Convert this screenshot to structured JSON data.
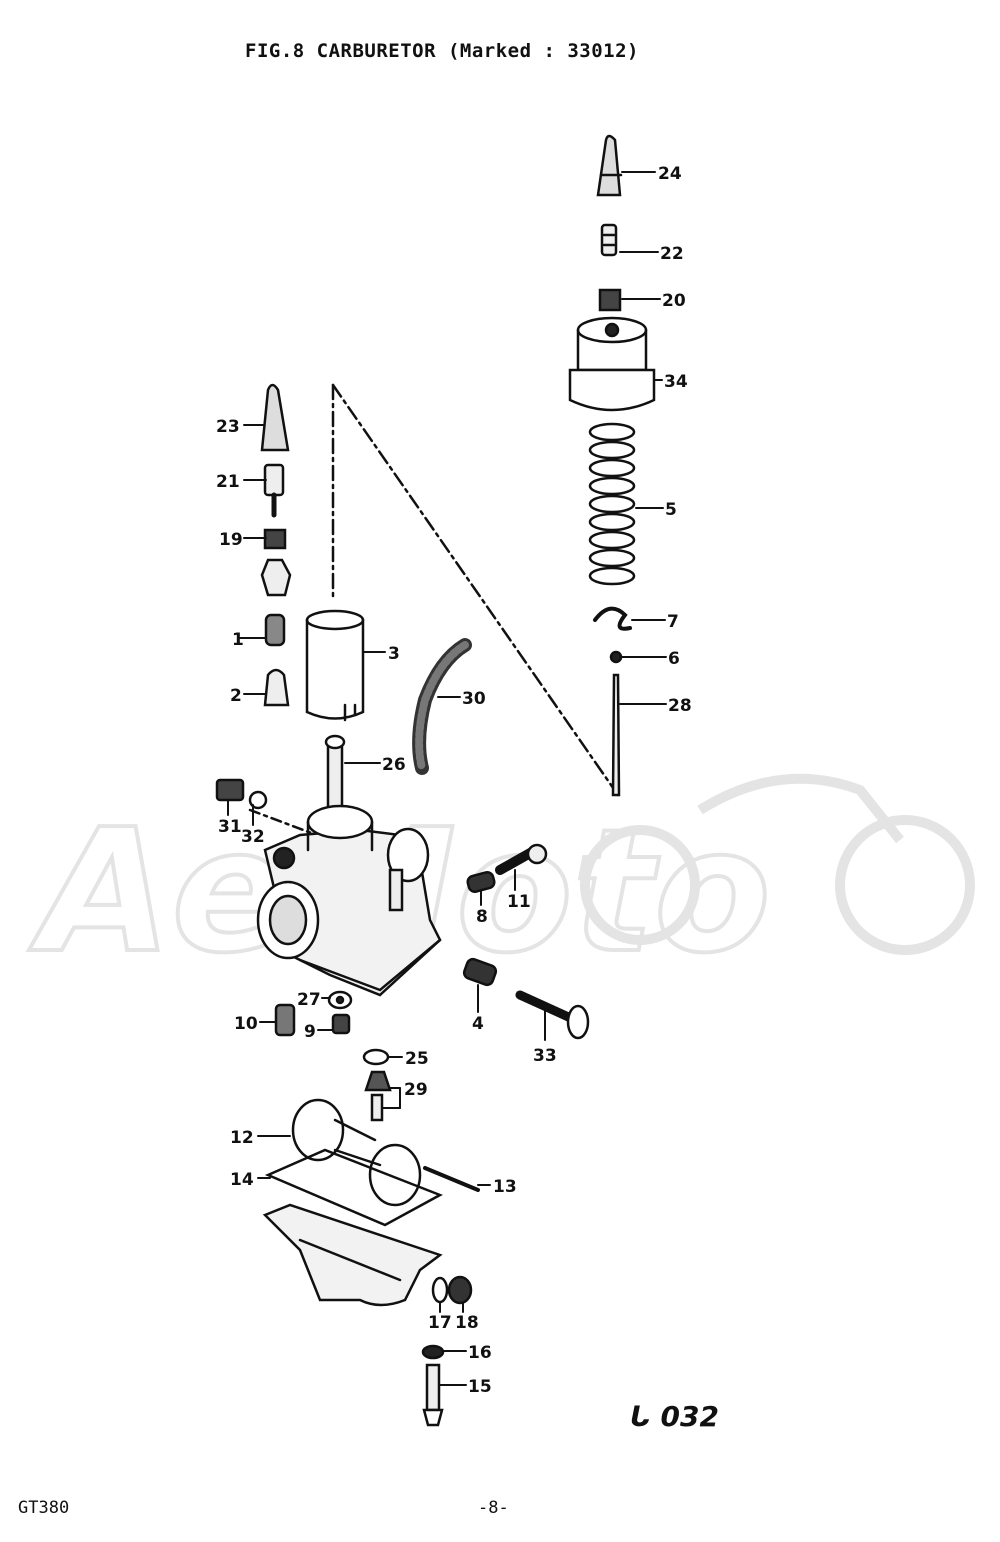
{
  "header": {
    "title": "FIG.8  CARBURETOR (Marked : 33012)"
  },
  "footer": {
    "model": "GT380",
    "page": "-8-",
    "code": "ᒐ 032"
  },
  "watermark": {
    "text": "AeMoto"
  },
  "callouts": [
    "24",
    "22",
    "20",
    "34",
    "5",
    "7",
    "6",
    "28",
    "23",
    "21",
    "19",
    "1",
    "2",
    "3",
    "30",
    "26",
    "31",
    "32",
    "8",
    "11",
    "4",
    "33",
    "27",
    "10",
    "9",
    "25",
    "29",
    "12",
    "13",
    "14",
    "17",
    "18",
    "16",
    "15"
  ]
}
